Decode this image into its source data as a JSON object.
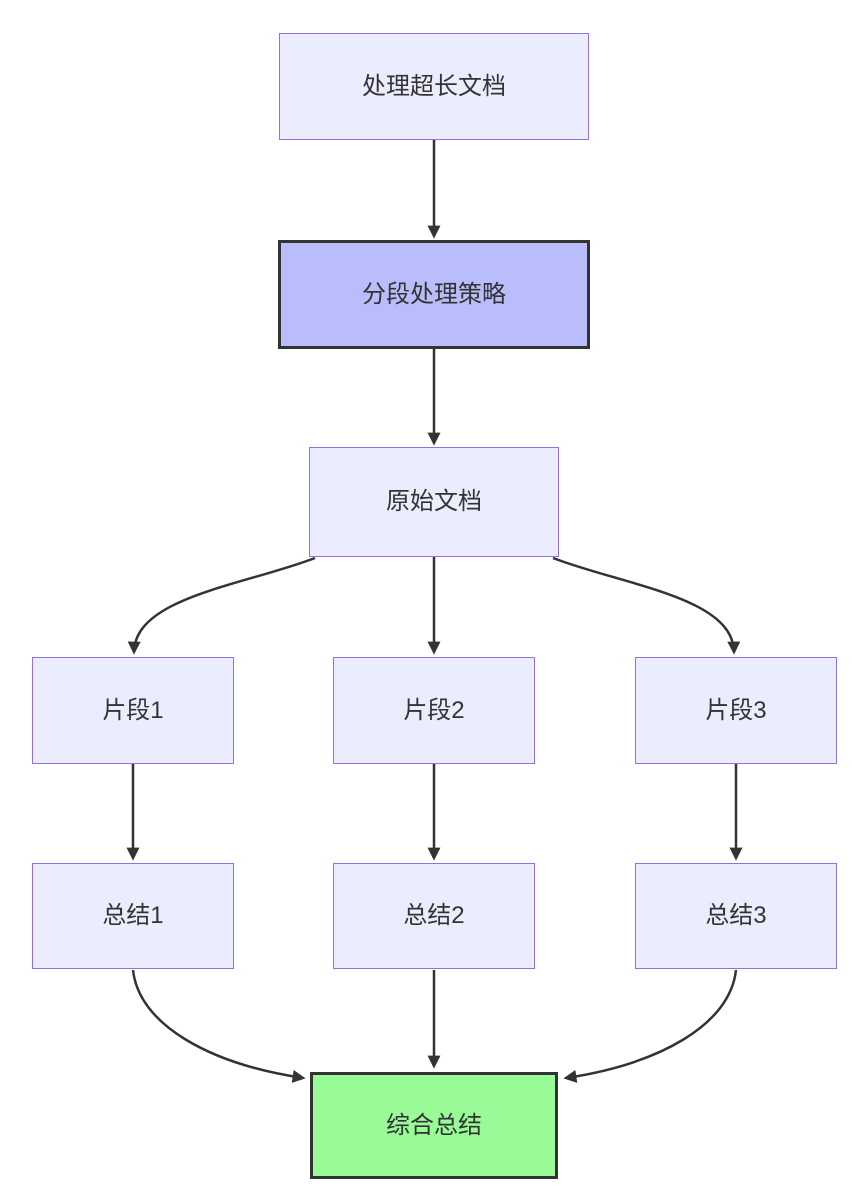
{
  "diagram": {
    "type": "flowchart",
    "direction": "top-down",
    "nodes": [
      {
        "id": "A",
        "label": "处理超长文档",
        "style": "default"
      },
      {
        "id": "B",
        "label": "分段处理策略",
        "style": "emphasis-purple"
      },
      {
        "id": "C",
        "label": "原始文档",
        "style": "default"
      },
      {
        "id": "D1",
        "label": "片段1",
        "style": "default"
      },
      {
        "id": "D2",
        "label": "片段2",
        "style": "default"
      },
      {
        "id": "D3",
        "label": "片段3",
        "style": "default"
      },
      {
        "id": "E1",
        "label": "总结1",
        "style": "default"
      },
      {
        "id": "E2",
        "label": "总结2",
        "style": "default"
      },
      {
        "id": "E3",
        "label": "总结3",
        "style": "default"
      },
      {
        "id": "F",
        "label": "综合总结",
        "style": "emphasis-green"
      }
    ],
    "edges": [
      {
        "from": "A",
        "to": "B"
      },
      {
        "from": "B",
        "to": "C"
      },
      {
        "from": "C",
        "to": "D1"
      },
      {
        "from": "C",
        "to": "D2"
      },
      {
        "from": "C",
        "to": "D3"
      },
      {
        "from": "D1",
        "to": "E1"
      },
      {
        "from": "D2",
        "to": "E2"
      },
      {
        "from": "D3",
        "to": "E3"
      },
      {
        "from": "E1",
        "to": "F"
      },
      {
        "from": "E2",
        "to": "F"
      },
      {
        "from": "E3",
        "to": "F"
      }
    ],
    "colors": {
      "node_fill": "#ECECFF",
      "node_border": "#9370DB",
      "emphasis_purple_fill": "#B9BDFB",
      "emphasis_green_fill": "#98FB98",
      "emphasis_border": "#333333",
      "edge": "#333333",
      "text": "#333333",
      "background": "#FFFFFF"
    }
  }
}
